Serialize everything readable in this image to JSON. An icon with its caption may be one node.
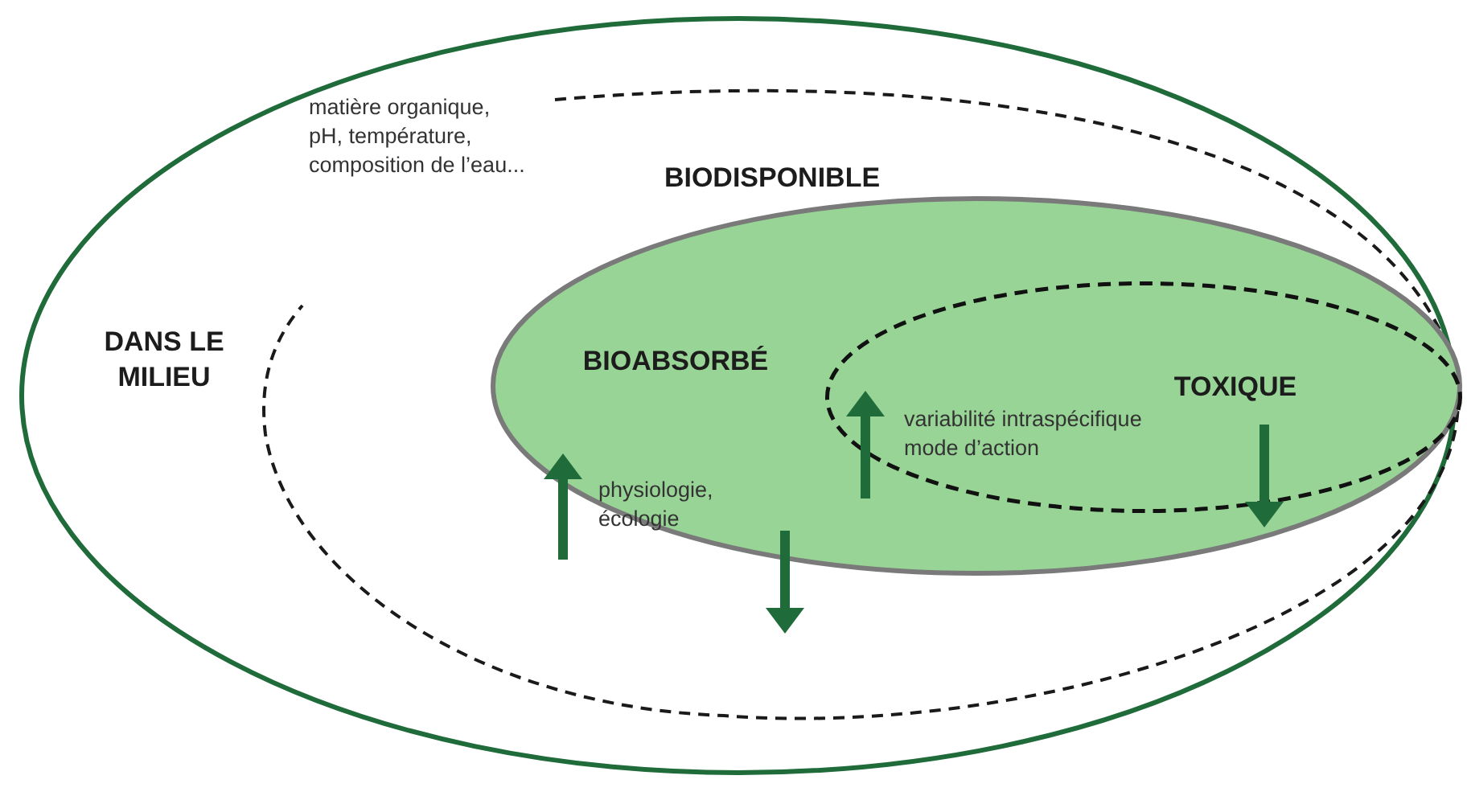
{
  "diagram": {
    "nodes": [
      {
        "text": [
          "DANS LE MILIEU"
        ]
      },
      {
        "text": [
          "BIODISPONIBLE"
        ],
        "in": 0
      },
      {
        "text": [
          "BIOABSORBÉ"
        ],
        "in": 1
      },
      {
        "text": [
          "TOXIQUE"
        ],
        "in": 2
      }
    ],
    "labels": [
      "matière organique, pH, température, composition de l’eau...",
      "physiologie, écologie",
      "variabilité intraspécifique",
      "mode d’action"
    ]
  }
}
